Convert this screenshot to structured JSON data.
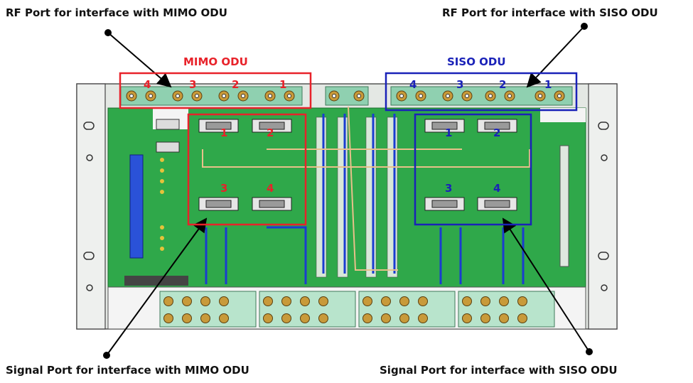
{
  "callouts": {
    "rf_mimo": "RF Port for interface with MIMO ODU",
    "rf_siso": "RF Port for interface with SISO ODU",
    "signal_mimo": "Signal Port for interface with MIMO ODU",
    "signal_siso": "Signal Port for interface with SISO ODU"
  },
  "groups": {
    "mimo": {
      "title": "MIMO ODU",
      "color": "#e8222a"
    },
    "siso": {
      "title": "SISO ODU",
      "color": "#1a22b8"
    }
  },
  "rf_ports": {
    "mimo_numbers": [
      "4",
      "3",
      "2",
      "1"
    ],
    "siso_numbers": [
      "4",
      "3",
      "2",
      "1"
    ]
  },
  "signal_ports": {
    "mimo_numbers": [
      "1",
      "2",
      "3",
      "4"
    ],
    "siso_numbers": [
      "1",
      "2",
      "3",
      "4"
    ]
  },
  "colors": {
    "board": "#2fa84a",
    "chassis": "#e8ece8",
    "rf_strip": "#8fd0b0",
    "connector": "#c89a3a"
  }
}
